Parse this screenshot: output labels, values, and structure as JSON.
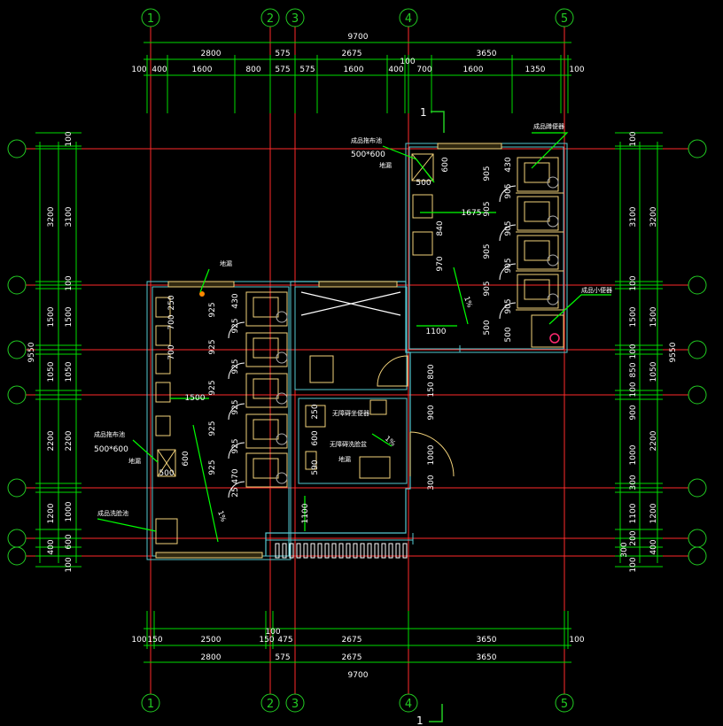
{
  "colors": {
    "background": "#000000",
    "axis": "#ff2a2a",
    "dim": "#ffffff",
    "bubble": "#22cc22",
    "dimLine": "#00dd00",
    "wall": "#55c8d0",
    "fixture": "#f2d27a",
    "label": "#ffffff",
    "arrow": "#00ff00",
    "floorDrain": "#ff8800"
  },
  "axes": {
    "vertical_top": [
      "1",
      "2",
      "3",
      "4",
      "5"
    ],
    "vertical_bottom": [
      "1",
      "2",
      "3",
      "4",
      "5"
    ]
  },
  "dimensions": {
    "top_total": "9700",
    "top_row1": [
      "2800",
      "575",
      "2675",
      "3650"
    ],
    "top_row2": [
      "100",
      "400",
      "1600",
      "800",
      "575",
      "575",
      "1600",
      "400",
      "100",
      "700",
      "1600",
      "1350",
      "100"
    ],
    "bottom_row1": [
      "100",
      "150",
      "2500",
      "150",
      "100",
      "475",
      "2675",
      "3650",
      "100"
    ],
    "bottom_row2": [
      "2800",
      "575",
      "2675",
      "3650"
    ],
    "bottom_total": "9700",
    "left_total": "9550",
    "left_row1": [
      "3200",
      "1500",
      "1050",
      "2200",
      "1200",
      "400"
    ],
    "left_row2": [
      "100",
      "3100",
      "100",
      "1500",
      "1050",
      "2200",
      "1000",
      "600",
      "100"
    ],
    "right_total": "9550",
    "right_row1": [
      "3200",
      "1500",
      "1050",
      "2200",
      "1200",
      "400"
    ],
    "right_row2": [
      "100",
      "3100",
      "100",
      "1500",
      "100",
      "850",
      "100",
      "900",
      "1000",
      "300",
      "1100",
      "200",
      "300",
      "100"
    ]
  },
  "interior_dims": {
    "right_stalls": [
      "430",
      "905",
      "905",
      "905",
      "905",
      "905",
      "905",
      "905",
      "905",
      "500"
    ],
    "right_misc": [
      "600",
      "500",
      "1675",
      "840",
      "970",
      "1100",
      "800",
      "150",
      "900",
      "1000",
      "300"
    ],
    "left_stalls": [
      "430",
      "925",
      "925",
      "925",
      "925",
      "925",
      "925",
      "925",
      "925",
      "470",
      "25"
    ],
    "left_misc": [
      "250",
      "700",
      "700",
      "1500",
      "600",
      "500",
      "1100"
    ],
    "acc": [
      "250",
      "600",
      "590"
    ]
  },
  "labels": {
    "mop_sink_right": "成品拖布池",
    "mop_sink_right_size": "500*600",
    "floor_drain_right": "地漏",
    "squat_toilet_right": "成品蹲便器",
    "urinal_right": "成品小便器",
    "floor_drain_top": "地漏",
    "mop_sink_left": "成品拖布池",
    "mop_sink_left_size": "500*600",
    "floor_drain_left": "地漏",
    "sink_left": "成品洗脸池",
    "acc_toilet": "无障碍坐便器",
    "acc_basin": "无障碍洗脸盆",
    "floor_drain_acc": "地漏",
    "slope_a": "1%",
    "slope_b": "1%",
    "slope_c": "1%"
  },
  "section_marks": [
    "1",
    "1"
  ]
}
